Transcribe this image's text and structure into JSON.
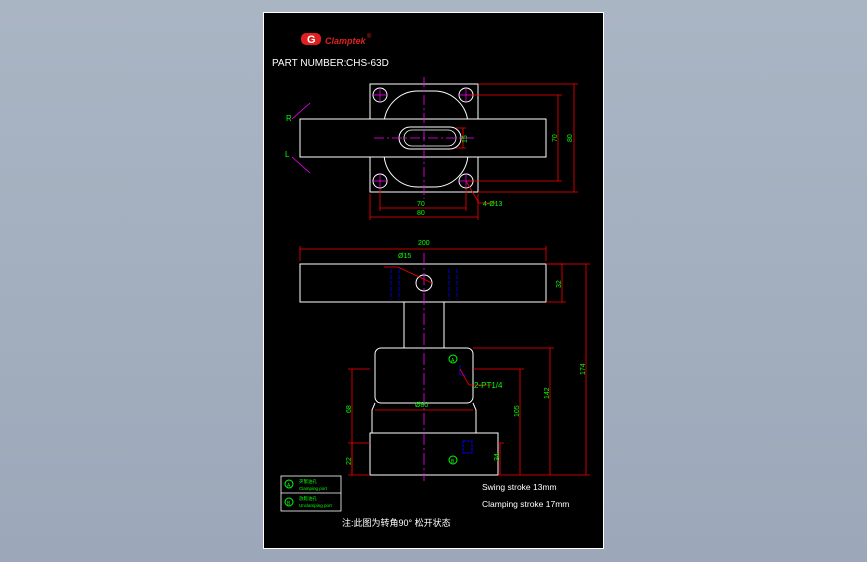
{
  "logo": {
    "letter": "G",
    "wordmark": "Clamptek",
    "reg": "®"
  },
  "part_number": {
    "label": "PART NUMBER:",
    "value": "CHS-63D"
  },
  "colors": {
    "outline": "#ffffff",
    "centerline": "#ff00ff",
    "dimension": "#ff0000",
    "dim_text": "#00ff00",
    "hidden": "#0000ff",
    "logo_red": "#e02020",
    "background": "#000000"
  },
  "top_view": {
    "side_left_top": "R",
    "side_left_bottom": "L",
    "dim_width_70": "70",
    "dim_width_80": "80",
    "dim_height_70": "70",
    "dim_height_80": "80",
    "dim_slot": "15",
    "hole_callout": "4-Ø13"
  },
  "front_view": {
    "dim_arm_length": "200",
    "dim_pin_dia": "Ø15",
    "dim_body_dia": "Ø80",
    "dim_arm_thickness": "32",
    "dim_total_height": "174",
    "dim_height_142": "142",
    "dim_height_105": "105",
    "dim_height_68": "68",
    "dim_height_22": "22",
    "dim_height_34": "34",
    "port_label": "2-PT1/4",
    "port_a": "A",
    "port_b": "B"
  },
  "legend": {
    "a_mark": "A",
    "a_cn": "夾緊油孔",
    "a_en": "Clamping port",
    "b_mark": "B",
    "b_cn": "放鬆油孔",
    "b_en": "Unclamping port"
  },
  "specs": {
    "swing": "Swing stroke 13mm",
    "clamp": "Clamping stroke 17mm"
  },
  "note": "注:此图为转角90° 松开状态"
}
